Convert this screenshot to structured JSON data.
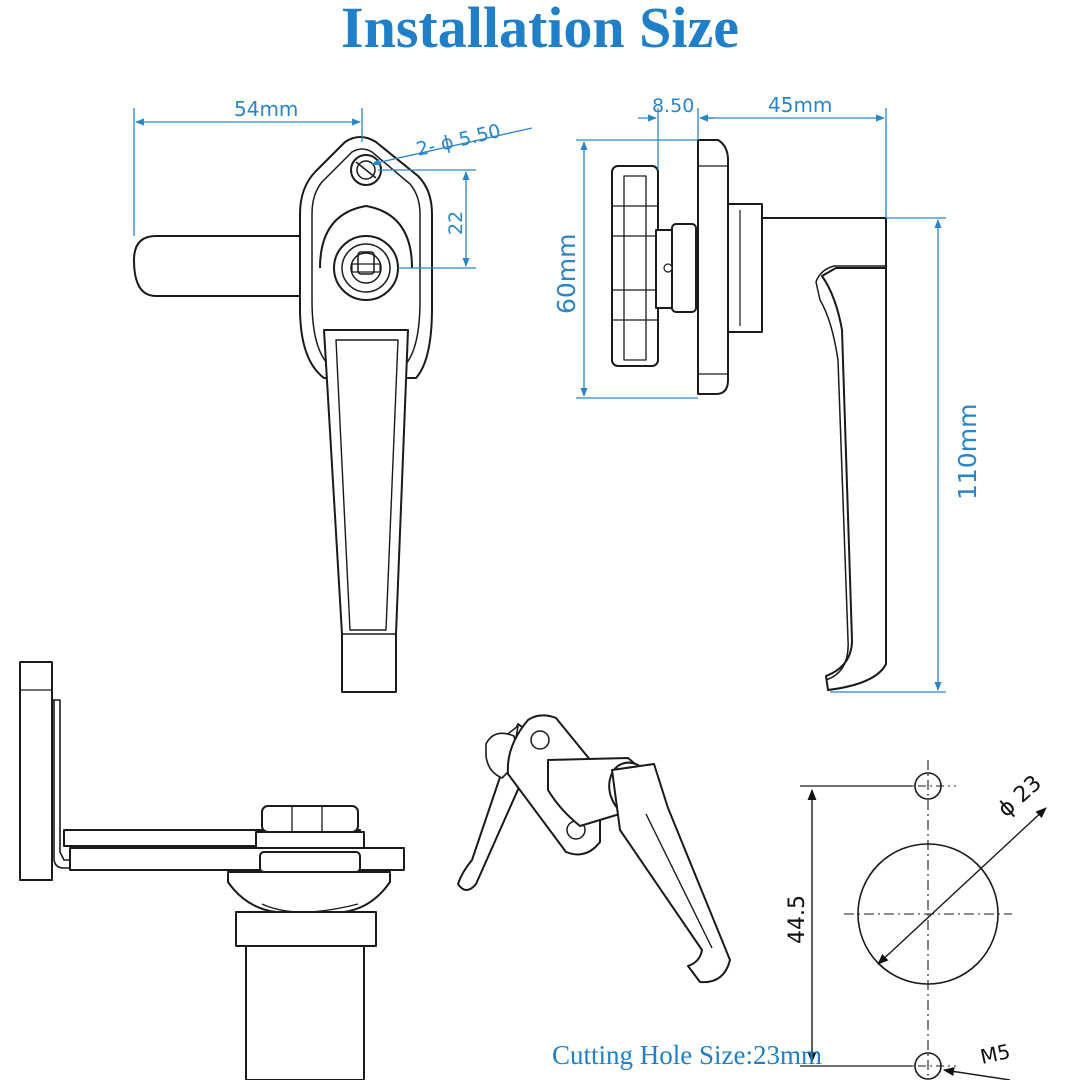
{
  "title": "Installation Size",
  "front_view": {
    "width_dim": "54mm",
    "hole_dim": "2- ϕ 5.50",
    "hole_spacing_dim": "22"
  },
  "side_view": {
    "thickness_dim": "8.50",
    "depth_dim": "45mm",
    "plate_height_dim": "60mm",
    "handle_length_dim": "110mm"
  },
  "cutout": {
    "diameter_dim": "ϕ 23",
    "hole_spacing_dim": "44.5",
    "screw_dim": "M5"
  },
  "caption": "Cutting Hole Size:23mm",
  "colors": {
    "title": "#1f7fc8",
    "dimension": "#2b86c9",
    "line": "#1a1a1a"
  }
}
